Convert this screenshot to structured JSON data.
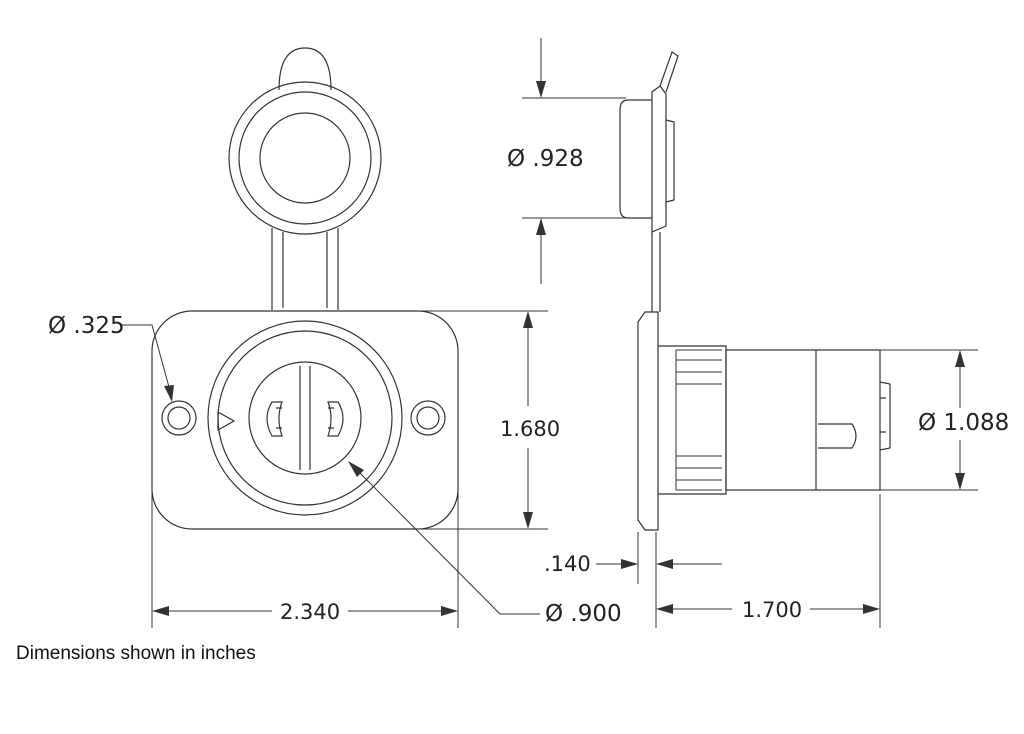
{
  "diagram": {
    "dimensions": {
      "hole_diameter": "Ø .325",
      "flange_height": "1.680",
      "flange_width": "2.340",
      "socket_diameter": "Ø .900",
      "cap_diameter": "Ø .928",
      "body_diameter": "Ø 1.088",
      "flange_thickness": ".140",
      "body_length": "1.700"
    },
    "note": "Dimensions shown in inches"
  }
}
